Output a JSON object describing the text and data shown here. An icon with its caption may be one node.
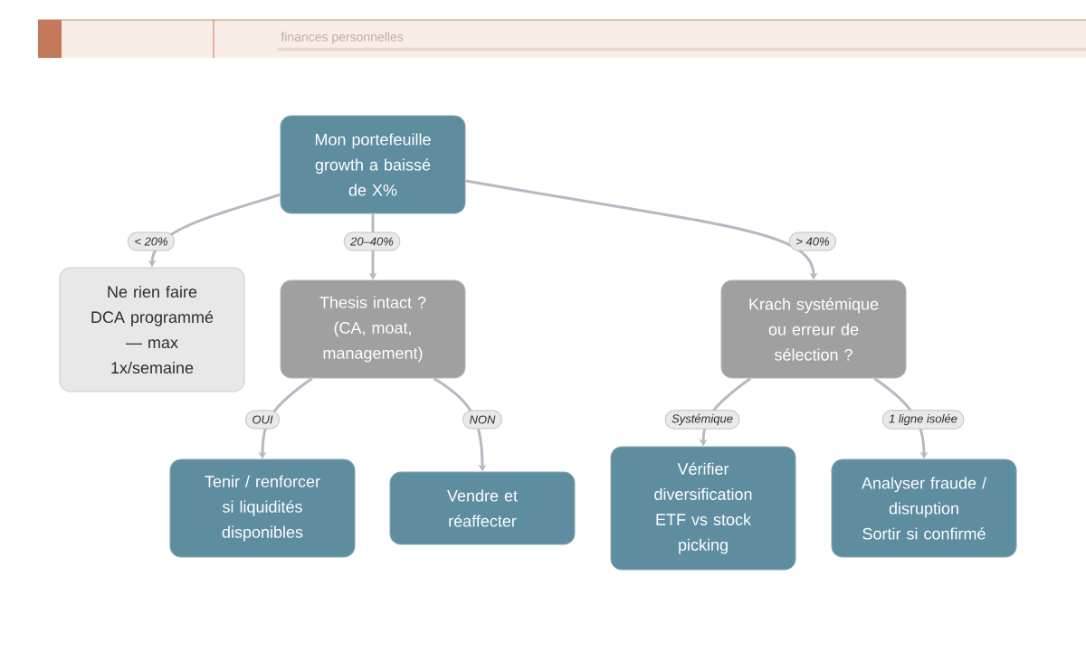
{
  "diagram": {
    "nodes": [
      {
        "text": [
          "Mon portefeuille growth a baissé de X%"
        ]
      },
      {
        "text": [
          "Ne rien faire",
          "DCA programmé — max 1x/semaine"
        ]
      },
      {
        "text": [
          "Thesis intact ? (CA, moat, management)"
        ]
      },
      {
        "text": [
          "Krach systémique ou erreur de sélection ?"
        ]
      },
      {
        "text": [
          "Tenir / renforcer si liquidités disponibles"
        ]
      },
      {
        "text": [
          "Vendre et réaffecter"
        ]
      },
      {
        "text": [
          "Vérifier diversification ETF vs stock picking"
        ]
      },
      {
        "text": [
          "Analyser fraude / disruption",
          "Sortir si confirmé"
        ]
      }
    ],
    "edges": [
      {
        "from": 0,
        "to": 1,
        "arrow": "to",
        "label": "< 20%"
      },
      {
        "from": 0,
        "to": 2,
        "arrow": "to",
        "label": "20–40%"
      },
      {
        "from": 0,
        "to": 3,
        "arrow": "to",
        "label": "> 40%"
      },
      {
        "from": 2,
        "to": 4,
        "arrow": "to",
        "label": "OUI"
      },
      {
        "from": 2,
        "to": 5,
        "arrow": "to",
        "label": "NON"
      },
      {
        "from": 3,
        "to": 6,
        "arrow": "to",
        "label": "Systémique"
      },
      {
        "from": 3,
        "to": 7,
        "arrow": "to",
        "label": "1 ligne isolée"
      }
    ],
    "labels": [
      "finances personnelles"
    ]
  }
}
